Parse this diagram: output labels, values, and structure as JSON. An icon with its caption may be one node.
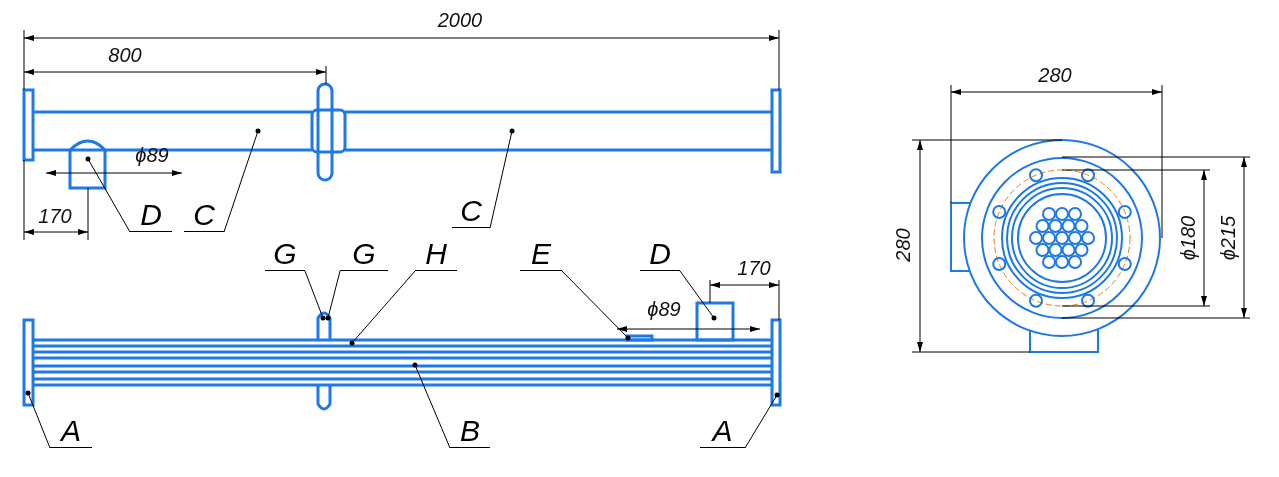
{
  "diagram": {
    "nodes": [
      {
        "text": [
          "D"
        ]
      },
      {
        "text": [
          "C"
        ]
      },
      {
        "text": [
          "C"
        ]
      },
      {
        "text": [
          "G"
        ]
      },
      {
        "text": [
          "G"
        ]
      },
      {
        "text": [
          "H"
        ]
      },
      {
        "text": [
          "E"
        ]
      },
      {
        "text": [
          "D"
        ]
      },
      {
        "text": [
          "A"
        ]
      },
      {
        "text": [
          "B"
        ]
      },
      {
        "text": [
          "A"
        ]
      }
    ],
    "edges": [
      {
        "from": 0,
        "to": null,
        "arrow": "other"
      },
      {
        "from": 1,
        "to": null,
        "arrow": "other"
      },
      {
        "from": 2,
        "to": null,
        "arrow": "other"
      },
      {
        "from": 3,
        "to": null,
        "arrow": "other"
      },
      {
        "from": 4,
        "to": null,
        "arrow": "other"
      },
      {
        "from": 5,
        "to": null,
        "arrow": "other"
      },
      {
        "from": 6,
        "to": null,
        "arrow": "other"
      },
      {
        "from": 7,
        "to": null,
        "arrow": "other"
      },
      {
        "from": 8,
        "to": null,
        "arrow": "other"
      },
      {
        "from": 9,
        "to": null,
        "arrow": "other"
      },
      {
        "from": 10,
        "to": null,
        "arrow": "other"
      }
    ],
    "labels": [
      "2000",
      "800",
      "ϕ89",
      "170",
      "170",
      "ϕ89",
      "280",
      "280",
      "ϕ180",
      "ϕ215"
    ]
  }
}
